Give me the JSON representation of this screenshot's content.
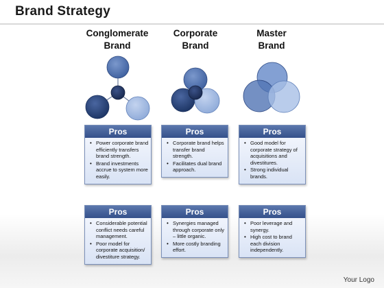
{
  "title": "Brand Strategy",
  "footer_text": "Your Logo",
  "colors": {
    "circle_fill": "#4f73b0",
    "circle_dark": "#1f3866",
    "card_header": "#3f5c96",
    "card_body": "#dde6f6"
  },
  "columns": [
    {
      "heading_line1": "Conglomerate",
      "heading_line2": "Brand",
      "top_card": {
        "label": "Pros",
        "bullets": [
          "Power corporate brand efficiently transfers brand strength.",
          "Brand investments accrue to system more easily."
        ]
      },
      "bottom_card": {
        "label": "Pros",
        "bullets": [
          "Considerable potential conflict needs careful management.",
          "Poor model for corporate acquisition/ divestiture strategy."
        ]
      }
    },
    {
      "heading_line1": "Corporate",
      "heading_line2": "Brand",
      "top_card": {
        "label": "Pros",
        "bullets": [
          "Corporate brand helps transfer brand strength.",
          "Facilitates dual brand approach."
        ]
      },
      "bottom_card": {
        "label": "Pros",
        "bullets": [
          "Synergies managed through corporate only – little organic.",
          "More costly branding effort."
        ]
      }
    },
    {
      "heading_line1": "Master",
      "heading_line2": "Brand",
      "top_card": {
        "label": "Pros",
        "bullets": [
          "Good model for corporate strategy of acquisitions and divestitures.",
          "Strong individual brands."
        ]
      },
      "bottom_card": {
        "label": "Pros",
        "bullets": [
          "Poor leverage and synergy.",
          "High cost to brand each division independently."
        ]
      }
    }
  ]
}
